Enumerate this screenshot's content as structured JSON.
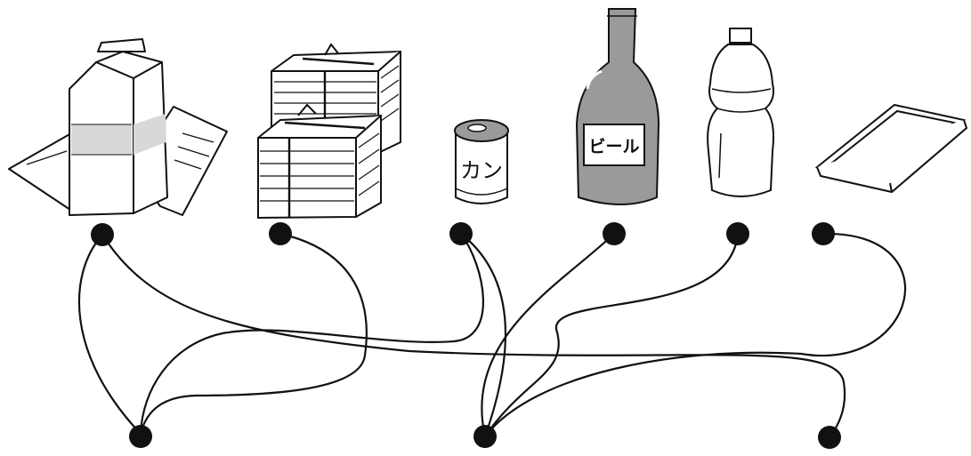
{
  "diagram": {
    "top_items": [
      {
        "id": "milk-carton",
        "icon": "milk-carton-icon"
      },
      {
        "id": "newspaper-bundles",
        "icon": "newspaper-bundle-icon"
      },
      {
        "id": "can",
        "icon": "can-icon",
        "label": "カン"
      },
      {
        "id": "beer-bottle",
        "icon": "beer-bottle-icon",
        "label": "ビール"
      },
      {
        "id": "pet-bottle",
        "icon": "pet-bottle-icon"
      },
      {
        "id": "food-tray",
        "icon": "food-tray-icon"
      }
    ],
    "bottom_nodes": [
      "left",
      "center",
      "right"
    ],
    "connections": [
      {
        "from": "milk-carton",
        "to": "left"
      },
      {
        "from": "milk-carton",
        "to": "right"
      },
      {
        "from": "newspaper-bundles",
        "to": "left"
      },
      {
        "from": "can",
        "to": "left"
      },
      {
        "from": "can",
        "to": "center"
      },
      {
        "from": "beer-bottle",
        "to": "center"
      },
      {
        "from": "pet-bottle",
        "to": "center"
      },
      {
        "from": "food-tray",
        "to": "center"
      }
    ],
    "colors": {
      "line": "#111111",
      "fill_gray": "#9a9a9a",
      "light_gray": "#d8d8d8"
    }
  }
}
